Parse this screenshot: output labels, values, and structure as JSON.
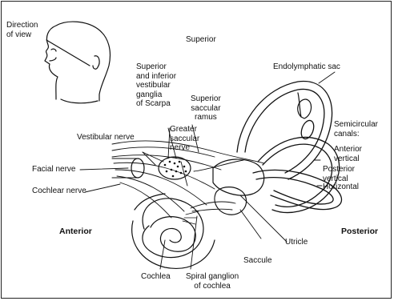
{
  "labels": {
    "direction_of_view": [
      "Direction",
      "of view"
    ],
    "superior": "Superior",
    "anterior": "Anterior",
    "posterior": "Posterior",
    "endolymphatic_sac": "Endolymphatic sac",
    "vestibular_ganglia": [
      "Superior",
      "and inferior",
      "vestibular",
      "ganglia",
      "of Scarpa"
    ],
    "superior_saccular_ramus": [
      "Superior",
      "saccular",
      "ramus"
    ],
    "greater_saccular_nerve": [
      "Greater",
      "saccular",
      "nerve"
    ],
    "vestibular_nerve": "Vestibular nerve",
    "facial_nerve": "Facial nerve",
    "cochlear_nerve": "Cochlear nerve",
    "semicircular_canals": "Semicircular canals:",
    "anterior_vertical": [
      "Anterior",
      "vertical"
    ],
    "posterior_vertical": [
      "Posterior",
      "vertical"
    ],
    "horizontal": "Horizontal",
    "utricle": "Utricle",
    "saccule": "Saccule",
    "cochlea": "Cochlea",
    "spiral_ganglion": [
      "Spiral ganglion",
      "of cochlea"
    ]
  },
  "colors": {
    "ink": "#111111",
    "background": "#ffffff"
  }
}
